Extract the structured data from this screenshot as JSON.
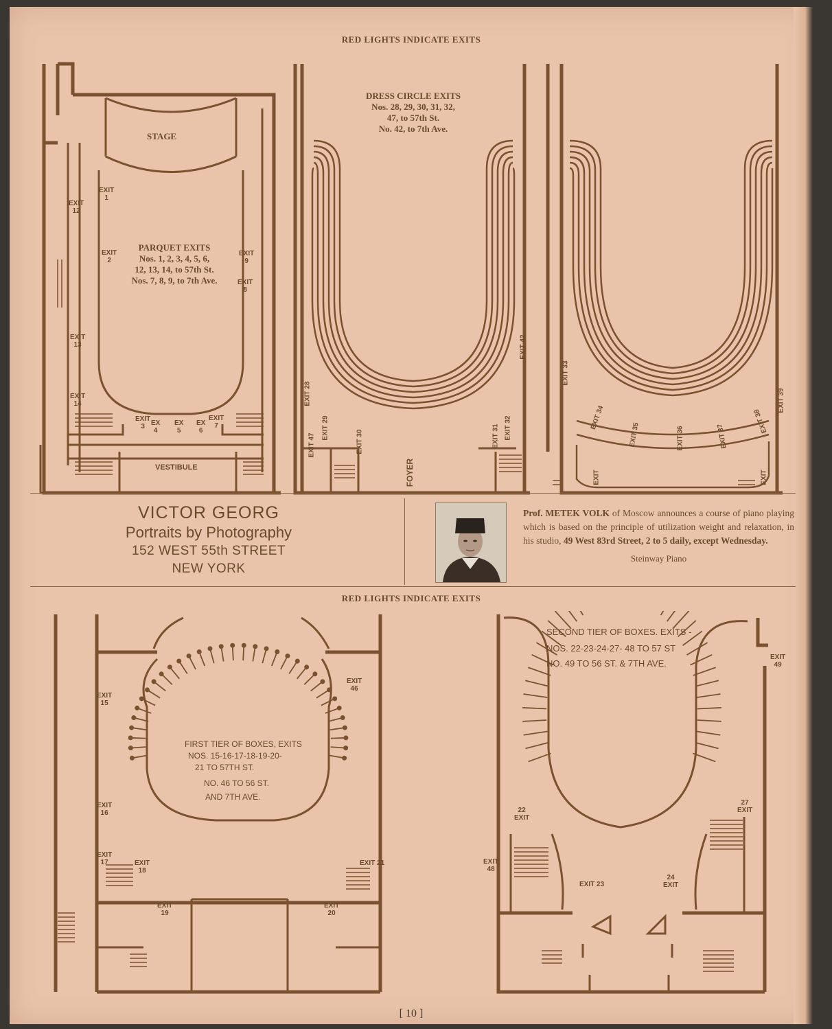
{
  "page": {
    "header_top": "RED LIGHTS INDICATE EXITS",
    "header_bottom": "RED LIGHTS INDICATE EXITS",
    "folio": "[ 10 ]"
  },
  "parquet_plan": {
    "stage_label": "STAGE",
    "vestibule_label": "VESTIBULE",
    "title": "PARQUET EXITS",
    "line1": "Nos. 1, 2, 3, 4, 5, 6,",
    "line2": "12, 13, 14, to 57th St.",
    "line3": "Nos. 7, 8, 9, to 7th Ave.",
    "exits": {
      "e1": "EXIT\n1",
      "e2": "EXIT\n2",
      "e3": "EXIT\n3",
      "e4": "EX\n4",
      "e5": "EX\n5",
      "e6": "EX\n6",
      "e7": "EXIT\n7",
      "e8": "EXIT\n8",
      "e9": "EXIT\n9",
      "e12": "EXIT\n12",
      "e13": "EXIT\n13",
      "e14": "EXIT\n14"
    }
  },
  "dress_circle_plan": {
    "title": "DRESS CIRCLE EXITS",
    "line1": "Nos. 28, 29, 30, 31, 32,",
    "line2": "47, to 57th St.",
    "line3": "No. 42, to 7th Ave.",
    "foyer_label": "FOYER",
    "exits": {
      "e28": "EXIT 28",
      "e29": "EXIT 29",
      "e30": "EXIT 30",
      "e31": "EXIT 31",
      "e32": "EXIT 32",
      "e42": "EXIT 42",
      "e47": "EXIT 47"
    }
  },
  "balcony_plan": {
    "exits": {
      "e33": "EXIT 33",
      "e34": "EXIT 34",
      "e35": "EXIT 35",
      "e36": "EXIT 36",
      "e37": "EXIT 37",
      "e38": "EXIT 38",
      "e39": "EXIT 39",
      "left_exit": "EXIT",
      "right_exit": "EXIT"
    }
  },
  "ad_georg": {
    "name": "VICTOR GEORG",
    "line2": "Portraits by Photography",
    "line3": "152 WEST 55th STREET",
    "line4": "NEW YORK"
  },
  "ad_volk": {
    "lead": "Prof. METEK VOLK",
    "body": " of Moscow announces a course of piano playing which is based on the principle of utilization weight and relaxation, in his studio, ",
    "address": "49 West 83rd Street, 2 to 5 daily, except Wednesday.",
    "footer": "Steinway Piano"
  },
  "first_tier_plan": {
    "title": "FIRST TIER OF BOXES, EXITS",
    "line1": "NOS. 15-16-17-18-19-20-",
    "line2": "21 TO 57TH ST.",
    "line3": "NO. 46 TO 56 ST.",
    "line4": "AND 7TH AVE.",
    "exits": {
      "e15": "EXIT\n15",
      "e16": "EXIT\n16",
      "e17": "EXIT\n17",
      "e18": "EXIT\n18",
      "e19": "EXIT\n19",
      "e20": "EXIT\n20",
      "e21": "EXIT 21",
      "e46": "EXIT\n46"
    }
  },
  "second_tier_plan": {
    "title": "SECOND TIER OF BOXES. EXITS -",
    "line1": "NOS. 22-23-24-27- 48 TO 57 ST",
    "line2": "NO. 49 TO 56 ST. & 7TH AVE.",
    "exits": {
      "e22": "22\nEXIT",
      "e23": "EXIT 23",
      "e24": "24\nEXIT",
      "e27": "27\nEXIT",
      "e48": "EXIT\n48",
      "e49": "EXIT\n49"
    }
  }
}
